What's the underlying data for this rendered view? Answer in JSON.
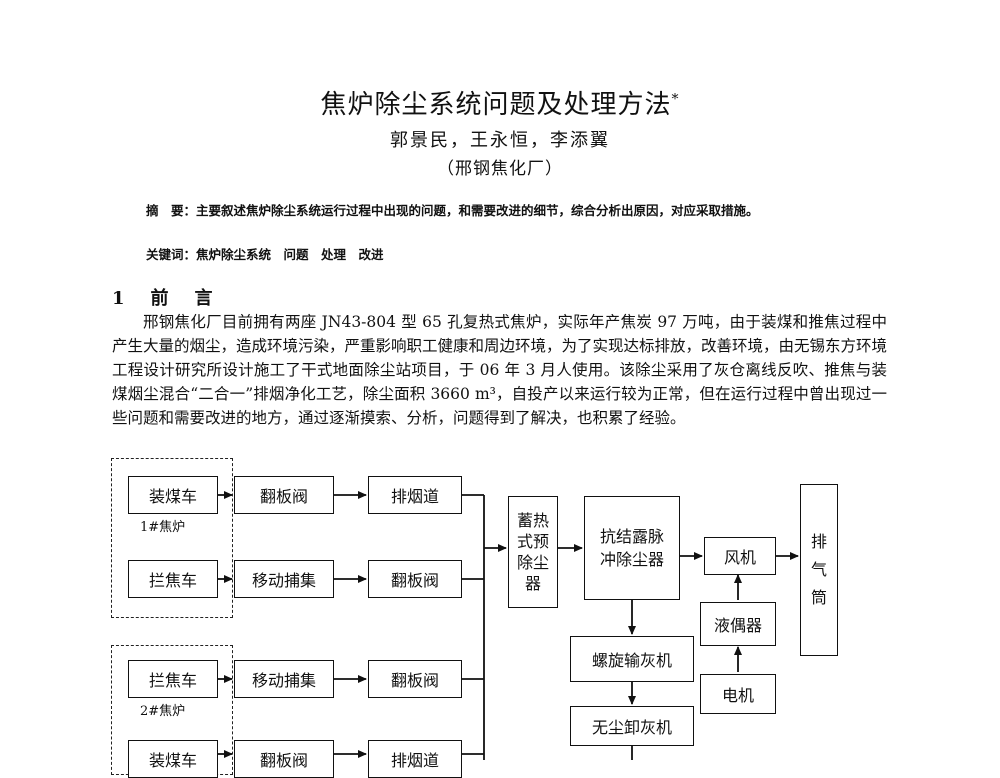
{
  "header": {
    "title": "焦炉除尘系统问题及处理方法",
    "title_mark": "*",
    "authors": "郭景民，王永恒，李添翼",
    "affiliation": "（邢钢焦化厂）"
  },
  "abstract": {
    "label": "摘　要：",
    "text": "主要叙述焦炉除尘系统运行过程中出现的问题，和需要改进的细节，综合分析出原因，对应采取措施。"
  },
  "keywords": {
    "label": "关键词：",
    "text": "焦炉除尘系统　问题　处理　改进"
  },
  "section1": {
    "heading": "1　前　言",
    "paragraph": "邢钢焦化厂目前拥有两座 JN43-804 型 65 孔复热式焦炉，实际年产焦炭 97 万吨，由于装煤和推焦过程中产生大量的烟尘，造成环境污染，严重影响职工健康和周边环境，为了实现达标排放，改善环境，由无锡东方环境工程设计研究所设计施工了干式地面除尘站项目，于 06 年 3 月人使用。该除尘采用了灰仓离线反吹、推焦与装煤烟尘混合“二合一”排烟净化工艺，除尘面积 3660 m³，自投产以来运行较为正常，但在运行过程中曾出现过一些问题和需要改进的地方，通过逐渐摸索、分析，问题得到了解决，也积累了经验。"
  },
  "diagram": {
    "group1_label": "1#焦炉",
    "group2_label": "2#焦炉",
    "g1_row1": [
      "装煤车",
      "翻板阀",
      "排烟道"
    ],
    "g1_row2": [
      "拦焦车",
      "移动捕集",
      "翻板阀"
    ],
    "g2_row1": [
      "拦焦车",
      "移动捕集",
      "翻板阀"
    ],
    "g2_row2": [
      "装煤车",
      "翻板阀",
      "排烟道"
    ],
    "preduster": "蓄热式预除尘器",
    "main_dust": "抗结露脉冲除尘器",
    "fan": "风机",
    "stack": "排气筒",
    "coupler": "液偶器",
    "motor": "电机",
    "screw_conveyor": "螺旋输灰机",
    "unloader": "无尘卸灰机"
  }
}
